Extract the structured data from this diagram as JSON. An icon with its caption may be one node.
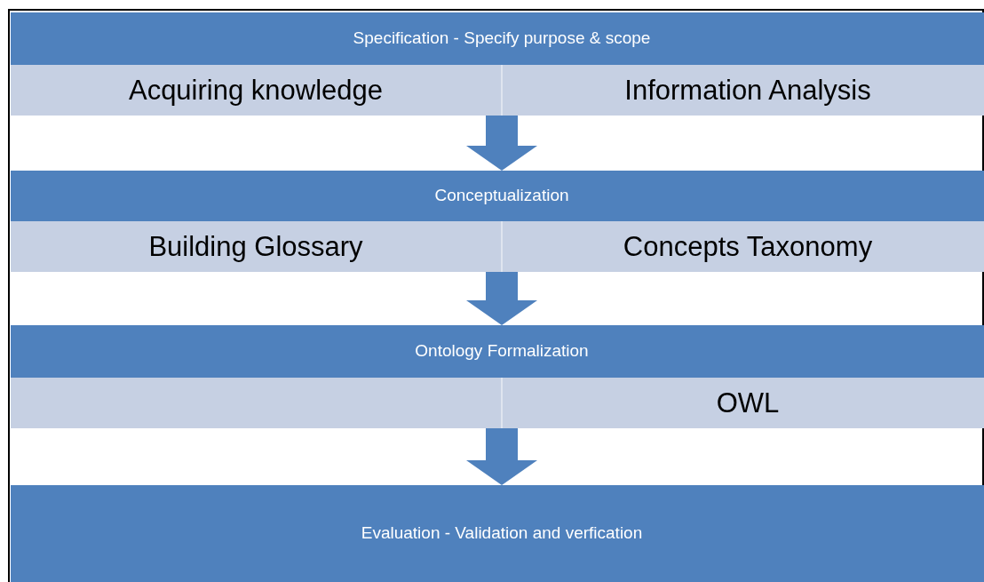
{
  "diagram": {
    "nodes": [
      {
        "text": [
          "Specification - Specify purpose & scope"
        ]
      },
      {
        "text": [
          "Acquiring knowledge"
        ],
        "in": 0
      },
      {
        "text": [
          "Information Analysis"
        ],
        "in": 0
      },
      {
        "text": [
          "Conceptualization"
        ]
      },
      {
        "text": [
          "Building Glossary"
        ],
        "in": 3
      },
      {
        "text": [
          "Concepts Taxonomy"
        ],
        "in": 3
      },
      {
        "text": [
          "Ontology Formalization"
        ]
      },
      {
        "text": [],
        "shape": "box",
        "in": 6
      },
      {
        "text": [
          "OWL"
        ],
        "in": 6
      },
      {
        "text": [
          "Evaluation  - Validation and verfication"
        ]
      }
    ],
    "edges": [
      {
        "from": 0,
        "to": 3,
        "arrow": "to"
      },
      {
        "from": 3,
        "to": 6,
        "arrow": "to"
      },
      {
        "from": 6,
        "to": 9,
        "arrow": "to"
      }
    ]
  }
}
